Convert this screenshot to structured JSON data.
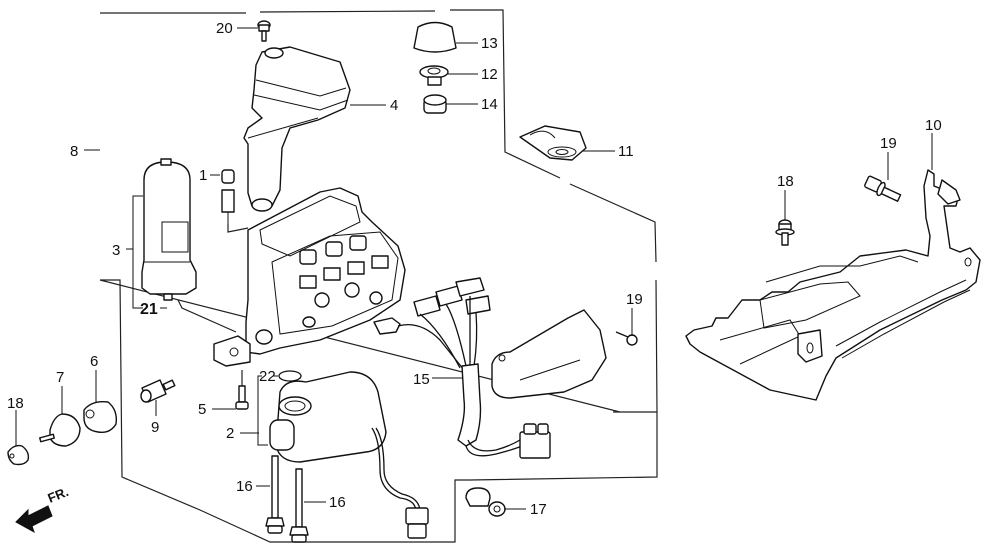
{
  "diagram": {
    "type": "exploded-parts-diagram",
    "subject": "ABS modulator assembly",
    "direction_indicator": "FR.",
    "callouts": [
      {
        "id": "1",
        "label": "1"
      },
      {
        "id": "2",
        "label": "2"
      },
      {
        "id": "3",
        "label": "3"
      },
      {
        "id": "4",
        "label": "4"
      },
      {
        "id": "5",
        "label": "5"
      },
      {
        "id": "6",
        "label": "6"
      },
      {
        "id": "7",
        "label": "7"
      },
      {
        "id": "8",
        "label": "8"
      },
      {
        "id": "9",
        "label": "9"
      },
      {
        "id": "10",
        "label": "10"
      },
      {
        "id": "11",
        "label": "11"
      },
      {
        "id": "12",
        "label": "12"
      },
      {
        "id": "13",
        "label": "13"
      },
      {
        "id": "14",
        "label": "14"
      },
      {
        "id": "15",
        "label": "15"
      },
      {
        "id": "16a",
        "label": "16"
      },
      {
        "id": "16b",
        "label": "16"
      },
      {
        "id": "17",
        "label": "17"
      },
      {
        "id": "18a",
        "label": "18"
      },
      {
        "id": "18b",
        "label": "18"
      },
      {
        "id": "19a",
        "label": "19"
      },
      {
        "id": "19b",
        "label": "19"
      },
      {
        "id": "20",
        "label": "20"
      },
      {
        "id": "21",
        "label": "21"
      },
      {
        "id": "22",
        "label": "22"
      }
    ],
    "parts": [
      "bleeder-cap",
      "pump-motor",
      "accumulator",
      "reservoir-tank",
      "bolt",
      "mount-rubber",
      "mount-collar",
      "modulator-assembly",
      "collar",
      "bracket",
      "plate",
      "reservoir-grommet",
      "reservoir-cap",
      "grommet",
      "wire-harness",
      "stud-bolt",
      "clip",
      "flange-bolt",
      "screw",
      "nut",
      "o-ring",
      "o-ring-small"
    ]
  }
}
